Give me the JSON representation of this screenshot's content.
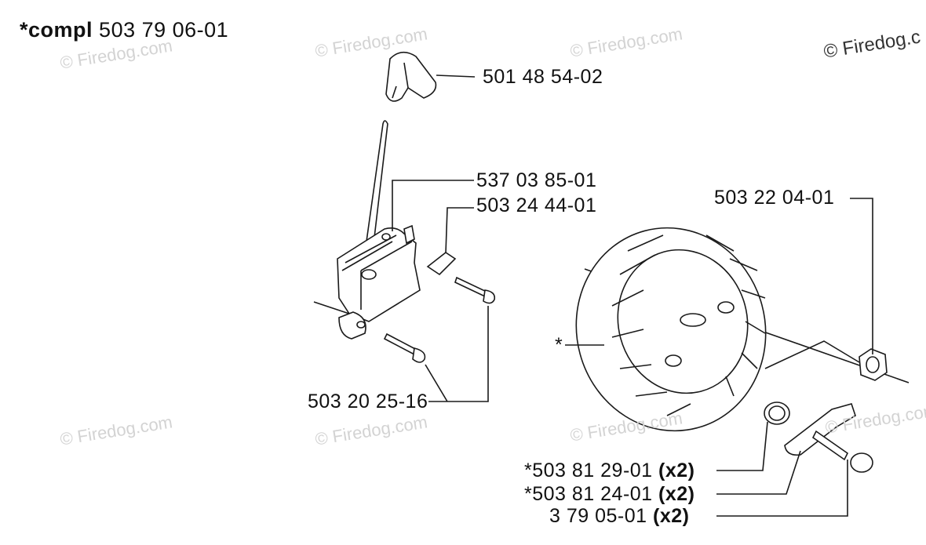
{
  "header": {
    "prefix": "*compl",
    "number": "503 79 06-01"
  },
  "watermark": "© Firedog.com",
  "watermark_corner": "© Firedog.c",
  "parts": {
    "spark_cap": "501 48 54-02",
    "ignition_module": "537 03 85-01",
    "terminal": "503 24 44-01",
    "screws": "503 20 25-16",
    "nut": "503 22 04-01",
    "flywheel": "*",
    "spring": {
      "number": "*503 81 29-01",
      "qty": "(x2)"
    },
    "pawl": {
      "number": "*503 81 24-01",
      "qty": "(x2)"
    },
    "pawl_pin": {
      "number": "3 79 05-01",
      "qty": "(x2)"
    }
  }
}
